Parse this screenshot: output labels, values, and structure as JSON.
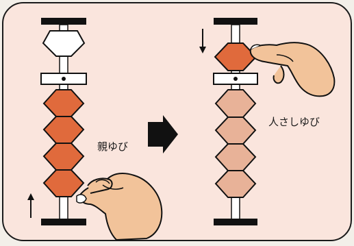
{
  "labels": {
    "thumb": "親ゆび",
    "index": "人さしゆび"
  },
  "arrows": {
    "left_direction": "up",
    "right_direction": "down",
    "center": "right"
  },
  "colors": {
    "card_background": "#fae5dd",
    "active_bead": "#e06a3c",
    "resting_bead": "#e8b298",
    "heaven_bead": "#ffffff",
    "frame": "#111111",
    "hand_fill": "#f2c39a",
    "arrow": "#111111"
  },
  "abacus_left": {
    "heaven_bead": "up",
    "earth_beads_pushed": 4
  },
  "abacus_right": {
    "heaven_bead": "down",
    "earth_beads_pushed": 0
  }
}
